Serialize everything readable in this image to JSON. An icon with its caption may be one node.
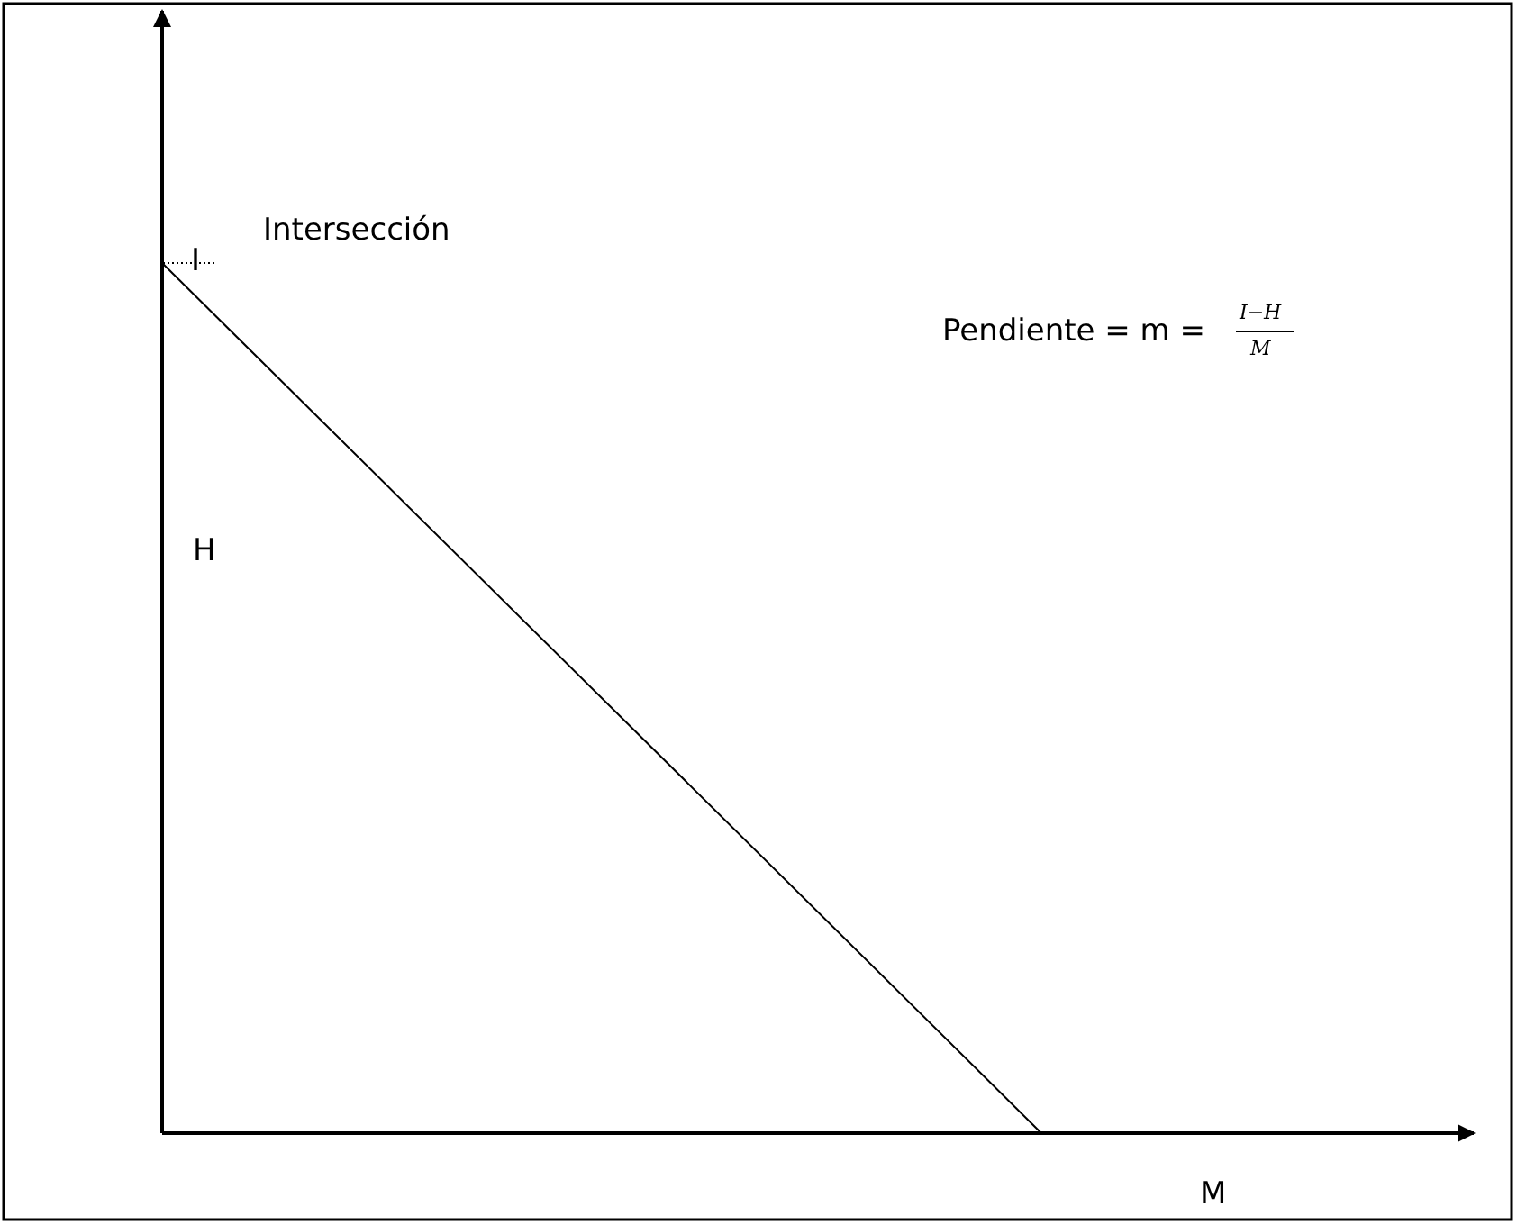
{
  "diagram": {
    "labels": [
      "I",
      "Intersección",
      "Pendiente = m =",
      "I−H",
      "M",
      "H",
      "M"
    ]
  }
}
